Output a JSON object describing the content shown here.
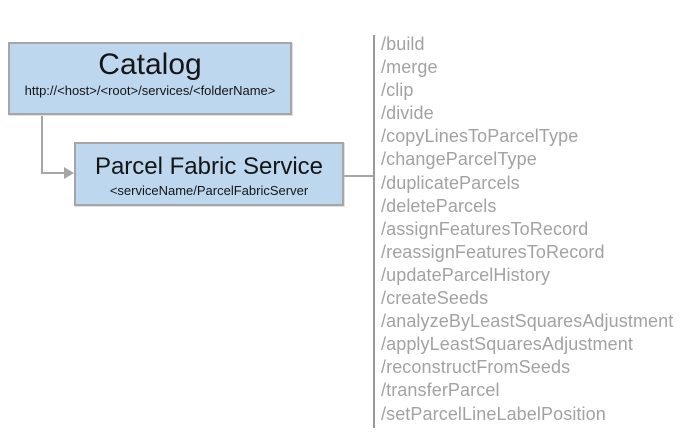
{
  "diagram": {
    "catalog_box": {
      "title": "Catalog",
      "subtitle": "http://<host>/<root>/services/<folderName>"
    },
    "service_box": {
      "title": "Parcel Fabric Service",
      "subtitle": "<serviceName/ParcelFabricServer"
    },
    "endpoints": [
      "/build",
      "/merge",
      "/clip",
      "/divide",
      "/copyLinesToParcelType",
      "/changeParcelType",
      "/duplicateParcels",
      "/deleteParcels",
      "/assignFeaturesToRecord",
      "/reassignFeaturesToRecord",
      "/updateParcelHistory",
      "/createSeeds",
      "/analyzeByLeastSquaresAdjustment",
      "/applyLeastSquaresAdjustment",
      "/reconstructFromSeeds",
      "/transferParcel",
      "/setParcelLineLabelPosition"
    ],
    "colors": {
      "box_fill": "#BDD7EE",
      "box_border": "#A6A6A6",
      "connector": "#A6A6A6",
      "divider": "#999999",
      "endpoint_text": "#A2A2A2",
      "title_text": "#151515"
    }
  }
}
